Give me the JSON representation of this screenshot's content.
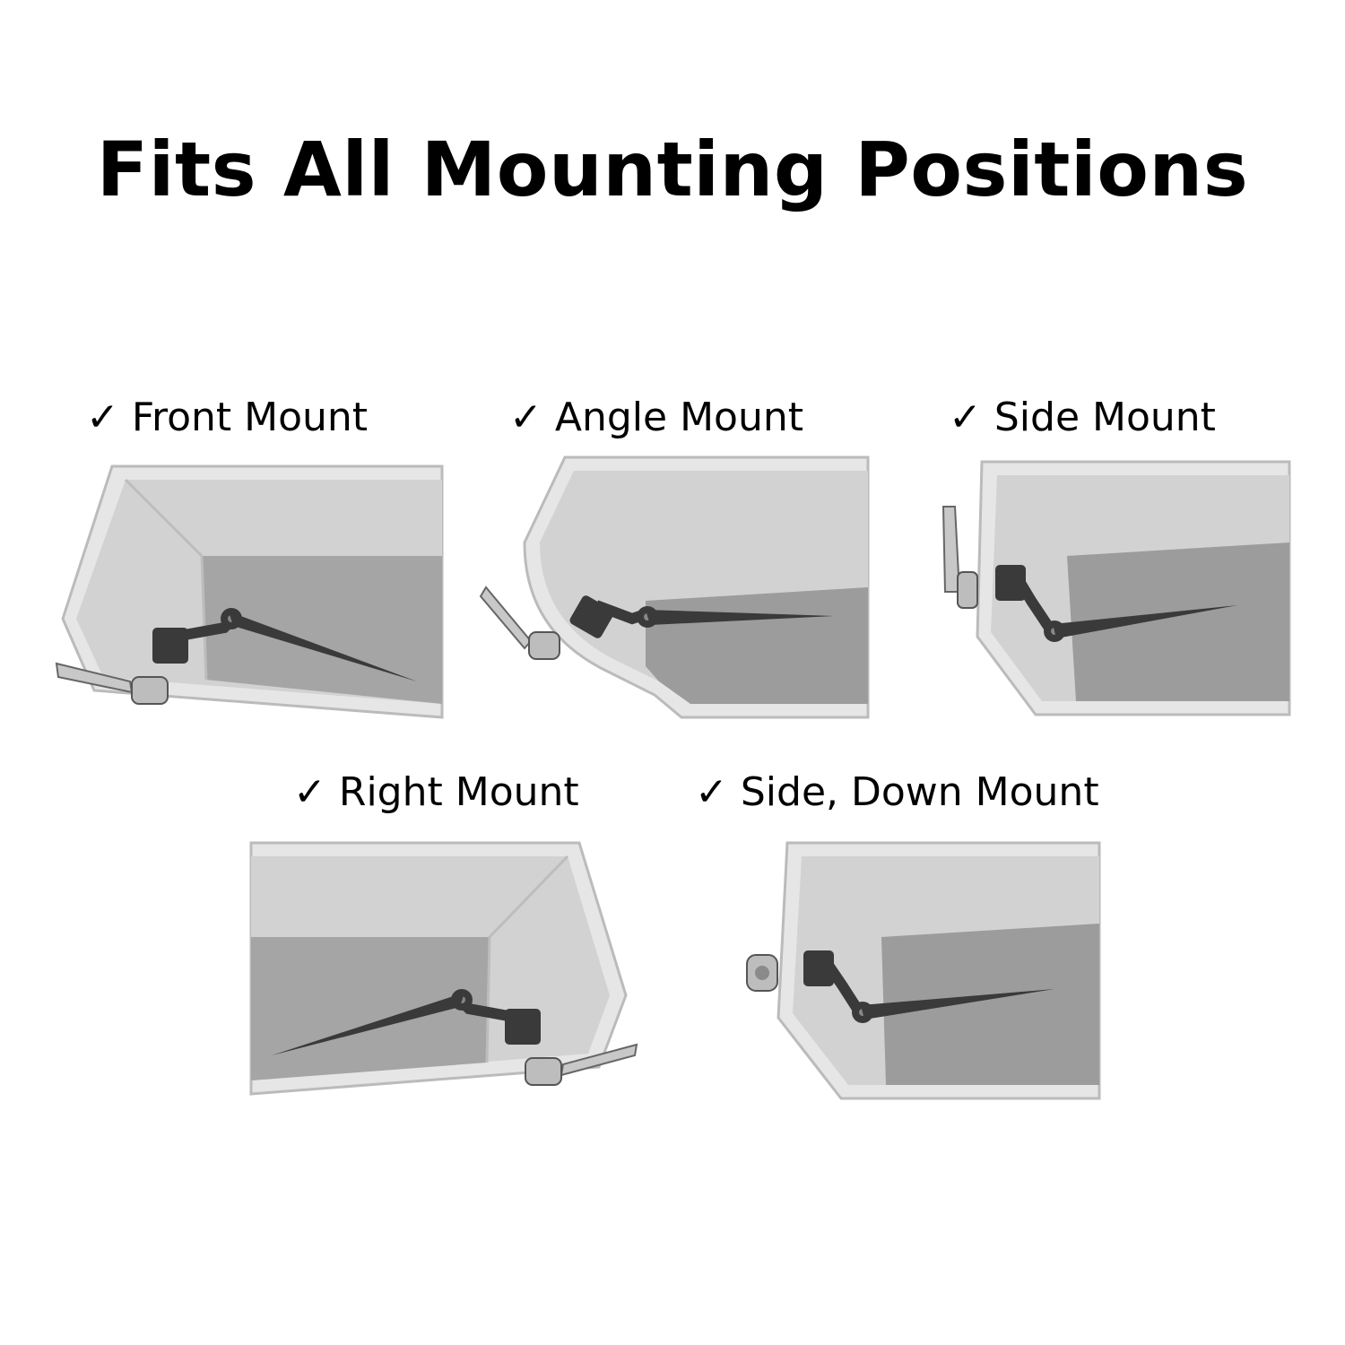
{
  "title": "Fits All Mounting Positions",
  "check_icon": "checkmark-icon",
  "mounts": [
    {
      "label": "Front Mount"
    },
    {
      "label": "Angle Mount"
    },
    {
      "label": "Side Mount"
    },
    {
      "label": "Right Mount"
    },
    {
      "label": "Side, Down Mount"
    }
  ],
  "colors": {
    "tank_rim": "#ffffff",
    "tank_inner": "#d2d2d2",
    "tank_floor": "#9c9c9c",
    "arm": "#3a3a3a",
    "chrome": "#bdbdbd"
  }
}
